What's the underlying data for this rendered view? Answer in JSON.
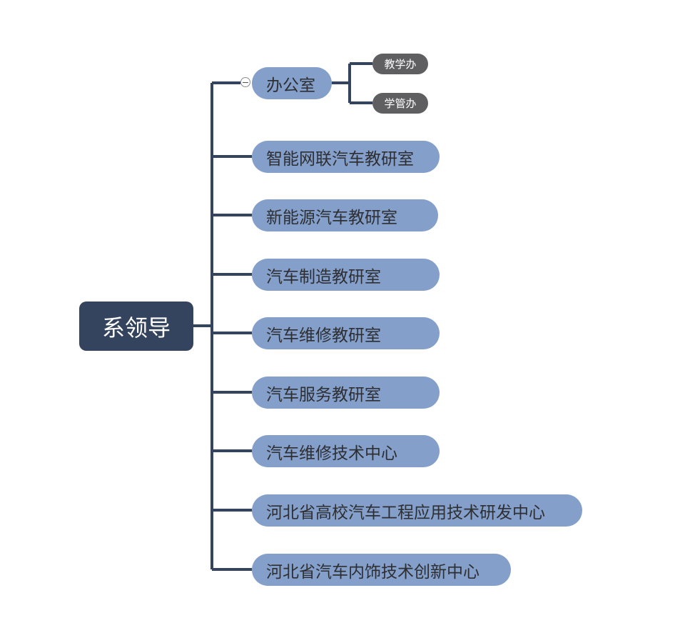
{
  "root": {
    "label": "系领导"
  },
  "branches": [
    {
      "label": "办公室",
      "children": [
        "教学办",
        "学管办"
      ]
    },
    {
      "label": "智能网联汽车教研室"
    },
    {
      "label": "新能源汽车教研室"
    },
    {
      "label": "汽车制造教研室"
    },
    {
      "label": "汽车维修教研室"
    },
    {
      "label": "汽车服务教研室"
    },
    {
      "label": "汽车维修技术中心"
    },
    {
      "label": "河北省高校汽车工程应用技术研发中心"
    },
    {
      "label": "河北省汽车内饰技术创新中心"
    }
  ],
  "colors": {
    "root_fill": "#34445e",
    "branch_fill": "#849fc9",
    "sub_fill": "#5f5f61",
    "connector": "#34445e"
  }
}
